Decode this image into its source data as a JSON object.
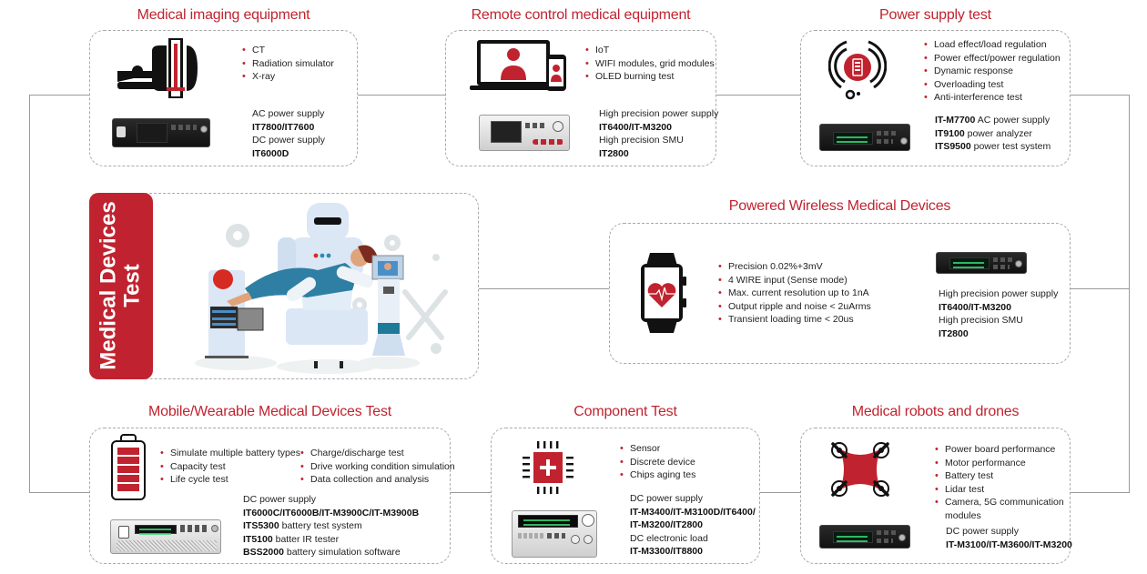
{
  "center": {
    "title_line1": "Medical Devices",
    "title_line2": "Test"
  },
  "sections": {
    "imaging": {
      "title": "Medical imaging equipment",
      "bullets": [
        "CT",
        "Radiation simulator",
        "X-ray"
      ],
      "products": [
        {
          "label": "AC power supply",
          "model": "IT7800/IT7600"
        },
        {
          "label": "DC power supply",
          "model": "IT6000D"
        }
      ]
    },
    "remote": {
      "title": "Remote control medical equipment",
      "bullets": [
        "IoT",
        "WIFI modules, grid modules",
        "OLED burning test"
      ],
      "products": [
        {
          "label": "High precision power supply",
          "model": "IT6400/IT-M3200"
        },
        {
          "label": "High precision SMU",
          "model": "IT2800"
        }
      ]
    },
    "power": {
      "title": "Power supply test",
      "bullets": [
        "Load effect/load regulation",
        "Power effect/power regulation",
        "Dynamic response",
        "Overloading test",
        "Anti-interference test"
      ],
      "products": [
        {
          "model": "IT-M7700",
          "label": "AC power supply"
        },
        {
          "model": "IT9100",
          "label": "power analyzer"
        },
        {
          "model": "ITS9500",
          "label": "power test system"
        }
      ]
    },
    "wireless": {
      "title": "Powered Wireless Medical Devices",
      "bullets": [
        "Precision 0.02%+3mV",
        "4 WIRE input (Sense mode)",
        "Max. current resolution up to 1nA",
        "Output ripple and noise < 2uArms",
        "Transient loading time < 20us"
      ],
      "products": [
        {
          "label": "High precision power supply",
          "model": "IT6400/IT-M3200"
        },
        {
          "label": "High precision SMU",
          "model": "IT2800"
        }
      ]
    },
    "mobile": {
      "title": "Mobile/Wearable Medical Devices Test",
      "bullets_left": [
        "Simulate multiple battery types",
        "Capacity test",
        "Life cycle test"
      ],
      "bullets_right": [
        "Charge/discharge test",
        "Drive working condition simulation",
        "Data collection and analysis"
      ],
      "product_header": "DC power supply",
      "products": [
        {
          "model": "IT6000C/IT6000B/IT-M3900C/IT-M3900B",
          "label": ""
        },
        {
          "model": "ITS5300",
          "label": "battery test system"
        },
        {
          "model": "IT5100",
          "label": "batter IR tester"
        },
        {
          "model": "BSS2000",
          "label": "battery simulation software"
        }
      ]
    },
    "component": {
      "title": "Component Test",
      "bullets": [
        "Sensor",
        "Discrete device",
        "Chips aging tes"
      ],
      "products": [
        {
          "label": "DC power supply",
          "model_line1": "IT-M3400/IT-M3100D/IT6400/",
          "model_line2": "IT-M3200/IT2800"
        },
        {
          "label": "DC electronic load",
          "model_line1": "IT-M3300/IT8800"
        }
      ]
    },
    "robots": {
      "title": "Medical robots and drones",
      "bullets": [
        "Power board performance",
        "Motor performance",
        "Battery test",
        "Lidar test",
        "Camera, 5G communication",
        "modules"
      ],
      "products": [
        {
          "label": "DC power supply",
          "model": "IT-M3100/IT-M3600/IT-M3200"
        }
      ]
    }
  },
  "colors": {
    "accent": "#c0232f",
    "border": "#a9a9a9",
    "connector": "#9a9a9a",
    "text": "#222222"
  }
}
